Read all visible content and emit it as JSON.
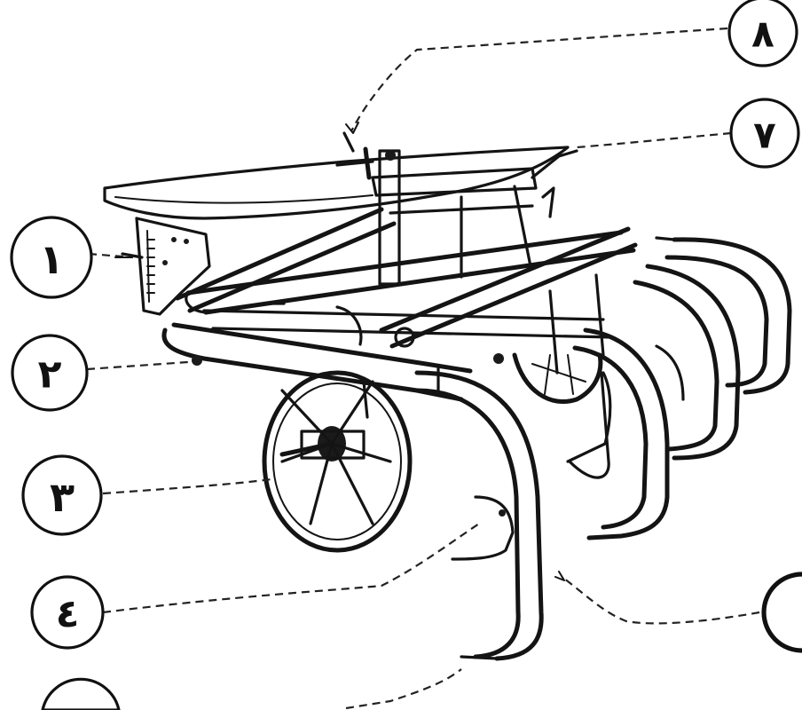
{
  "callouts": [
    {
      "id": "c1",
      "label": "١"
    },
    {
      "id": "c2",
      "label": "٢"
    },
    {
      "id": "c3",
      "label": "٣"
    },
    {
      "id": "c4",
      "label": "٤"
    },
    {
      "id": "c5",
      "label": ""
    },
    {
      "id": "c6",
      "label": ""
    },
    {
      "id": "c7",
      "label": "٧"
    },
    {
      "id": "c8",
      "label": "٨"
    }
  ]
}
